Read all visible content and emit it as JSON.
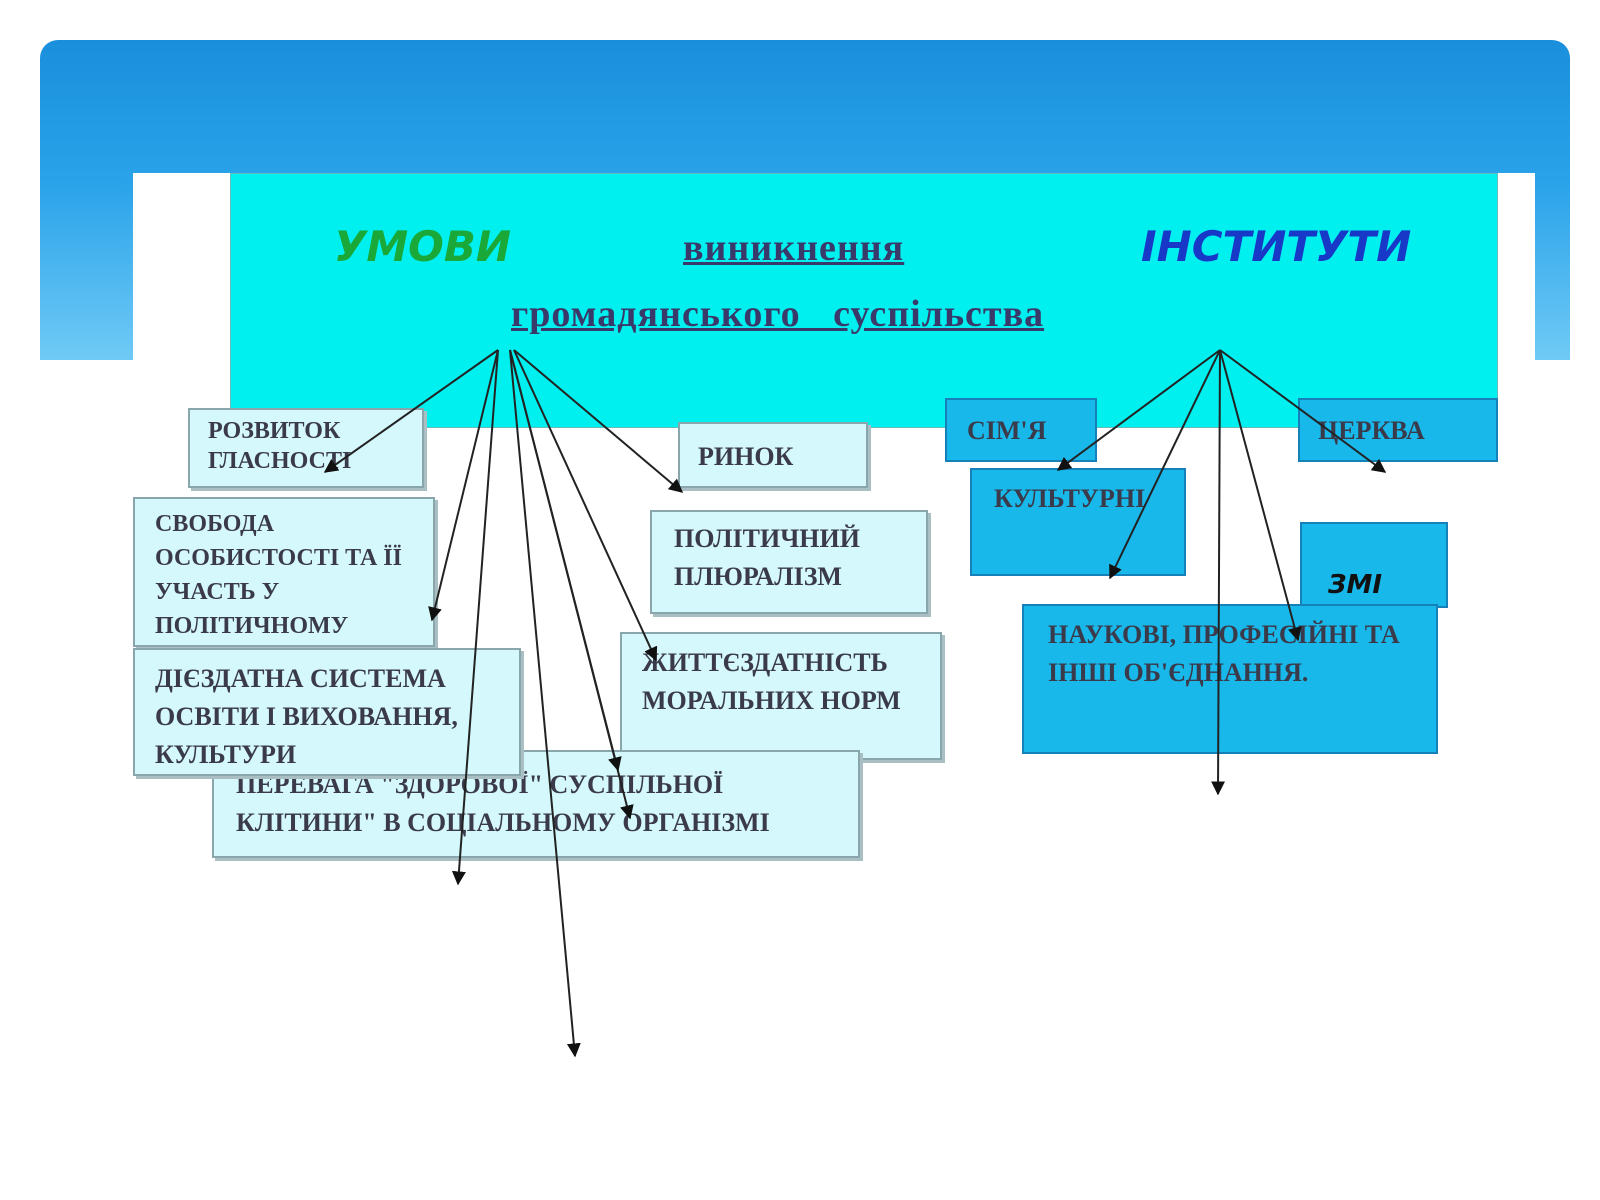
{
  "title": {
    "umovy": "УМОВИ",
    "vynyknennia": "виникнення",
    "instytuty": "ІНСТИТУТИ",
    "hromadianskoho": "громадянського суспільства"
  },
  "conditions": [
    {
      "id": "rozvytok",
      "text": "РОЗВИТОК ГЛАСНОСТІ"
    },
    {
      "id": "svoboda",
      "text": "СВОБОДА ОСОБИСТОСТІ ТА ЇЇ УЧАСТЬ У ПОЛІТИЧНОМУ"
    },
    {
      "id": "diezdatna",
      "text": "ДІЄЗДАТНА СИСТЕМА ОСВІТИ І ВИХОВАННЯ, КУЛЬТУРИ"
    },
    {
      "id": "perevaha",
      "text": "ПЕРЕВАГА \"ЗДОРОВОЇ\" СУСПІЛЬНОЇ КЛІТИНИ\" В СОЦІАЛЬНОМУ ОРГАНІЗМІ"
    },
    {
      "id": "rynok",
      "text": "РИНОК"
    },
    {
      "id": "pliuralizm",
      "text": "ПОЛІТИЧНИЙ ПЛЮРАЛІЗМ"
    },
    {
      "id": "zhyttiezdatnist",
      "text": "ЖИТТЄЗДАТНІСТЬ МОРАЛЬНИХ НОРМ"
    }
  ],
  "institutions": [
    {
      "id": "simia",
      "text": "СІМ'Я"
    },
    {
      "id": "tserkva",
      "text": "ЦЕРКВА"
    },
    {
      "id": "kulturni",
      "text": "КУЛЬТУРНІ"
    },
    {
      "id": "zmi",
      "text": "ЗМІ"
    },
    {
      "id": "naukovi",
      "text": "НАУКОВІ, ПРОФЕСІЙНІ ТА ІНШІ ОБ'ЄДНАННЯ."
    }
  ],
  "colors": {
    "header_bg": "#00f0f0",
    "umovy": "#1aa838",
    "instytuty": "#1838c8",
    "condition_box": "#d4f8fb",
    "institution_box": "#19b8ea"
  }
}
